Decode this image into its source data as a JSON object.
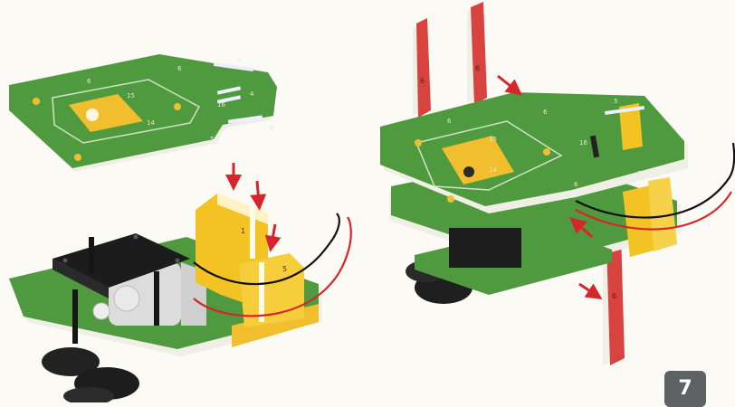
{
  "step_number": "7",
  "left_board_labels": [
    "6",
    "6",
    "5",
    "4",
    "15",
    "16",
    "14",
    "5",
    "5"
  ],
  "left_panel_labels": [
    "1",
    "5"
  ],
  "right_board_labels": [
    "6",
    "6",
    "5",
    "15",
    "16",
    "14",
    "6",
    "5"
  ],
  "side_panel_labels": [
    "6",
    "6",
    "6"
  ]
}
